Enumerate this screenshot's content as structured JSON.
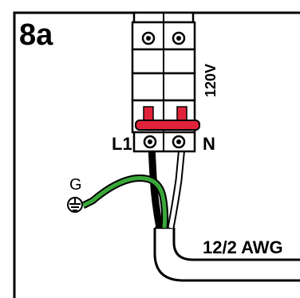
{
  "figure": {
    "step": "8a",
    "voltage": "120V",
    "terminal_left": "L1",
    "terminal_right": "N",
    "ground_label": "G",
    "cable_label": "12/2 AWG"
  },
  "colors": {
    "border": "#000000",
    "ground_wire": "#3aa83a",
    "breaker_handle": "#e0233a",
    "breaker_body": "#ffffff",
    "hot_wire": "#000000",
    "neutral_wire": "#ffffff"
  },
  "icons": {
    "ground_symbol": "ground-icon",
    "screw_terminal": "screw-icon"
  }
}
